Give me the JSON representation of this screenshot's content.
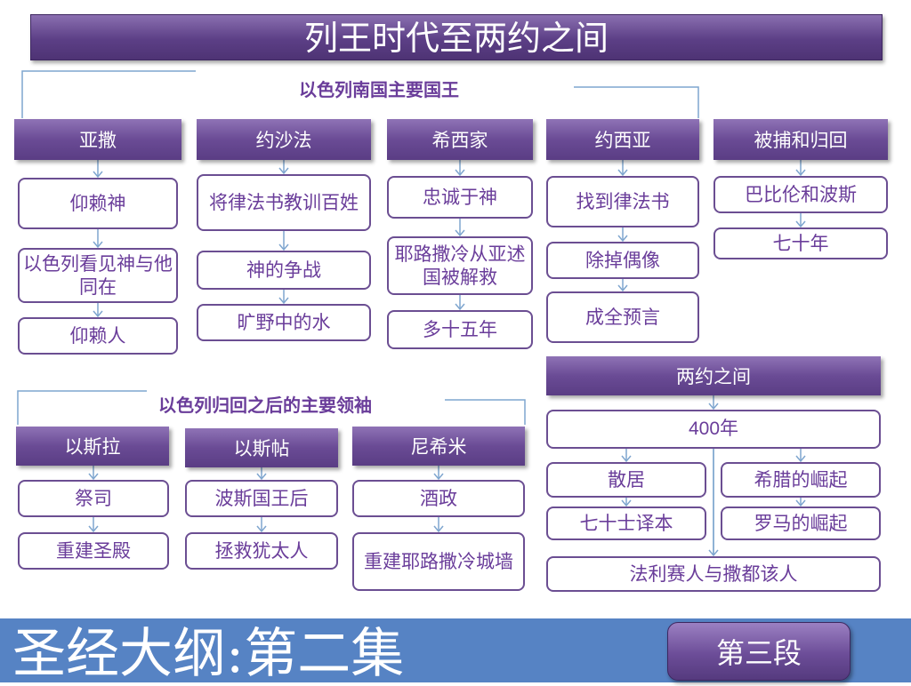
{
  "title": "列王时代至两约之间",
  "south": {
    "heading": "以色列南国主要国王",
    "kings": [
      {
        "name": "亚撒",
        "items": [
          "仰赖神",
          "以色列看见神与他同在",
          "仰赖人"
        ]
      },
      {
        "name": "约沙法",
        "items": [
          "将律法书教训百姓",
          "神的争战",
          "旷野中的水"
        ]
      },
      {
        "name": "希西家",
        "items": [
          "忠诚于神",
          "耶路撒冷从亚述国被解救",
          "多十五年"
        ]
      },
      {
        "name": "约西亚",
        "items": [
          "找到律法书",
          "除掉偶像",
          "成全预言"
        ]
      },
      {
        "name": "被捕和归回",
        "items": [
          "巴比伦和波斯",
          "七十年"
        ]
      }
    ]
  },
  "return": {
    "heading": "以色列归回之后的主要领袖",
    "leaders": [
      {
        "name": "以斯拉",
        "items": [
          "祭司",
          "重建圣殿"
        ]
      },
      {
        "name": "以斯帖",
        "items": [
          "波斯国王后",
          "拯救犹太人"
        ]
      },
      {
        "name": "尼希米",
        "items": [
          "酒政",
          "重建耶路撒冷城墙"
        ]
      }
    ]
  },
  "between": {
    "heading": "两约之间",
    "years": "400年",
    "left": [
      "散居",
      "七十士译本"
    ],
    "right": [
      "希腊的崛起",
      "罗马的崛起"
    ],
    "bottom": "法利赛人与撒都该人"
  },
  "footer": {
    "title": "圣经大纲:第二集",
    "segment": "第三段"
  },
  "colors": {
    "header_purple": "#6a4b95",
    "text_purple": "#6a3d9a",
    "footer_blue": "#5683c4"
  }
}
